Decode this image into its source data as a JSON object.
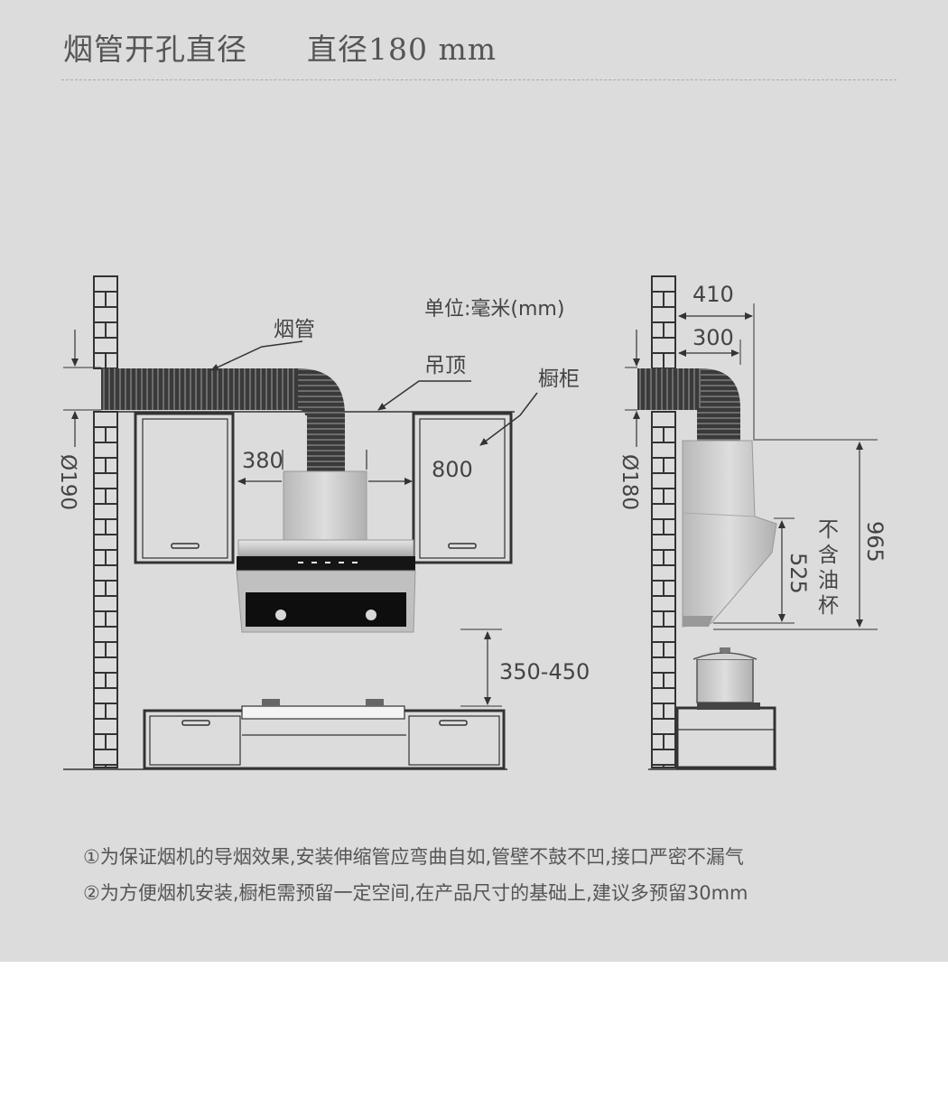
{
  "header": {
    "title": "烟管开孔直径",
    "spec": "直径180 mm"
  },
  "labels": {
    "unit": "单位:毫米(mm)",
    "duct": "烟管",
    "ceiling": "吊顶",
    "cabinet": "橱柜",
    "dia_front": "Ø190",
    "dia_side": "Ø180",
    "w380": "380",
    "w800": "800",
    "height_gap": "350-450",
    "d410": "410",
    "d300": "300",
    "h965": "965",
    "h525": "525",
    "no_cup": "不含油杯"
  },
  "notes": [
    "①为保证烟机的导烟效果,安装伸缩管应弯曲自如,管壁不鼓不凹,接口严密不漏气",
    "②为方便烟机安装,橱柜需预留一定空间,在产品尺寸的基础上,建议多预留30mm"
  ],
  "colors": {
    "panel_bg": "#dcdcdc",
    "line": "#333333",
    "steel": "#c4c4c4",
    "glass": "#111111"
  }
}
